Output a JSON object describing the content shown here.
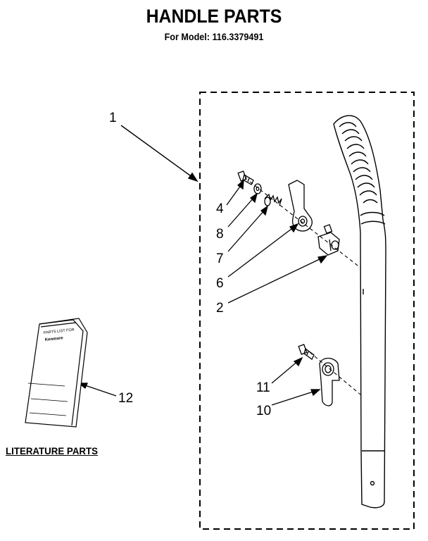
{
  "header": {
    "title": "HANDLE PARTS",
    "subtitle": "For Model: 116.3379491"
  },
  "callouts": {
    "c1": "1",
    "c2": "2",
    "c4": "4",
    "c6": "6",
    "c7": "7",
    "c8": "8",
    "c10": "10",
    "c11": "11",
    "c12": "12"
  },
  "literature": {
    "section_label": "LITERATURE PARTS"
  },
  "booklet": {
    "line1": "PARTS LIST FOR",
    "line2": "Kenmore"
  }
}
